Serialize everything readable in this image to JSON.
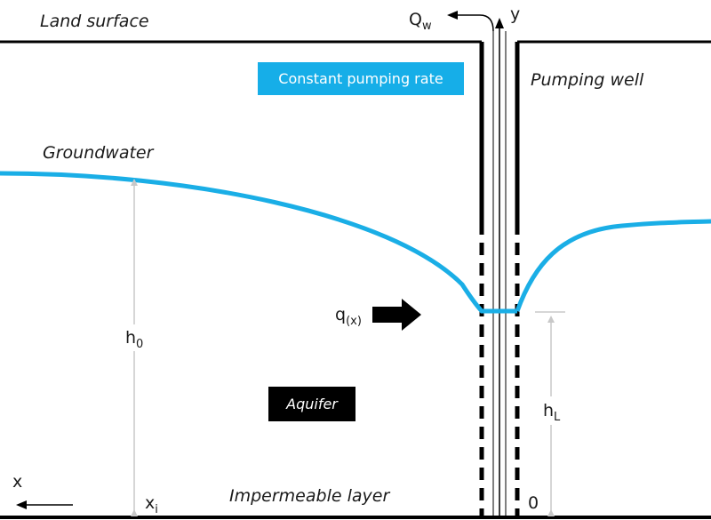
{
  "labels": {
    "land_surface": "Land surface",
    "groundwater": "Groundwater",
    "pumping_well": "Pumping well",
    "impermeable_layer": "Impermeable layer",
    "aquifer": "Aquifer",
    "constant_pumping_rate": "Constant pumping rate"
  },
  "symbols": {
    "q_w": "Q",
    "q_w_sub": "w",
    "y_axis": "y",
    "x_axis": "x",
    "x_i": "x",
    "x_i_sub": "i",
    "h0": "h",
    "h0_sub": "0",
    "hl": "h",
    "hl_sub": "L",
    "q_x": "q",
    "q_x_sub": "(x)",
    "zero": "0"
  },
  "colors": {
    "water_table": "#1aaee6",
    "badge_pumping": "#16aee8",
    "badge_aquifer": "#000000",
    "lines": "#000000",
    "dimension_arrows": "#c8c8c8"
  }
}
